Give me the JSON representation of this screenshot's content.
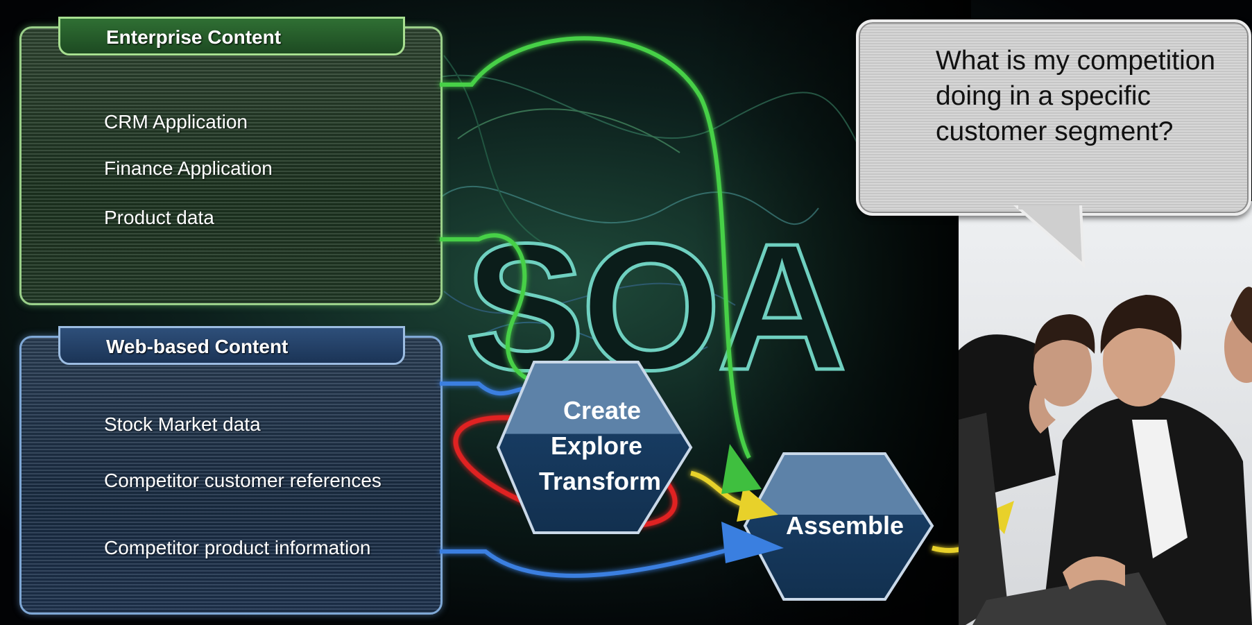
{
  "enterprise": {
    "title": "Enterprise Content",
    "items": [
      "CRM Application",
      "Finance Application",
      "Product data"
    ]
  },
  "web": {
    "title": "Web-based Content",
    "items": [
      "Stock Market data",
      "Competitor customer references",
      "Competitor product information"
    ]
  },
  "center_logo": "SOA",
  "process": {
    "create_lines": [
      "Create",
      "Explore",
      "Transform"
    ],
    "assemble": "Assemble"
  },
  "question": "What is my competition doing in a specific customer segment?",
  "colors": {
    "enterprise_green": "#1d3421",
    "web_blue": "#1a2d44",
    "hex_dark": "#173b61",
    "hex_light": "#5a7fa6",
    "arrow_green": "#3fbf3f",
    "arrow_blue": "#3a7fe0",
    "arrow_yellow": "#e8d12a",
    "ring_red": "#e02020"
  }
}
